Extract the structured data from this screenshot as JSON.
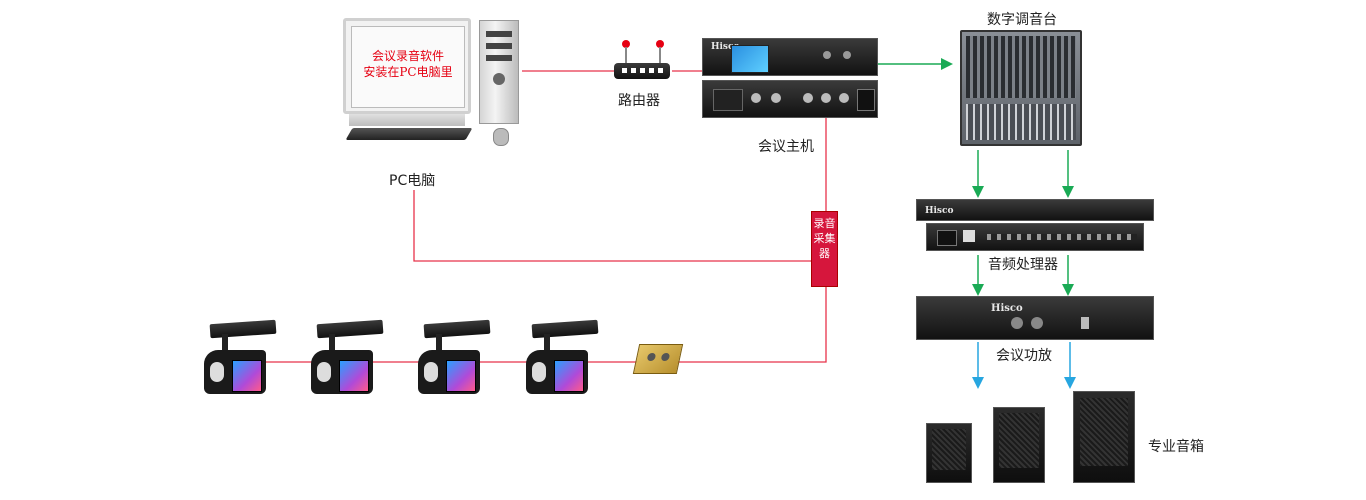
{
  "labels": {
    "pc": "PC电脑",
    "router": "路由器",
    "host": "会议主机",
    "mixer": "数字调音台",
    "processor": "音频处理器",
    "amplifier": "会议功放",
    "speakers": "专业音箱",
    "collector": "录音采集器"
  },
  "pc_screen_text": [
    "会议录音软件",
    "安装在PC电脑里"
  ],
  "brand": "Hisco",
  "colors": {
    "line_red": "#e8334a",
    "line_green": "#1aaa55",
    "line_blue": "#27a6e0",
    "collector_bg": "#d6163c"
  },
  "microphone_count": 4
}
